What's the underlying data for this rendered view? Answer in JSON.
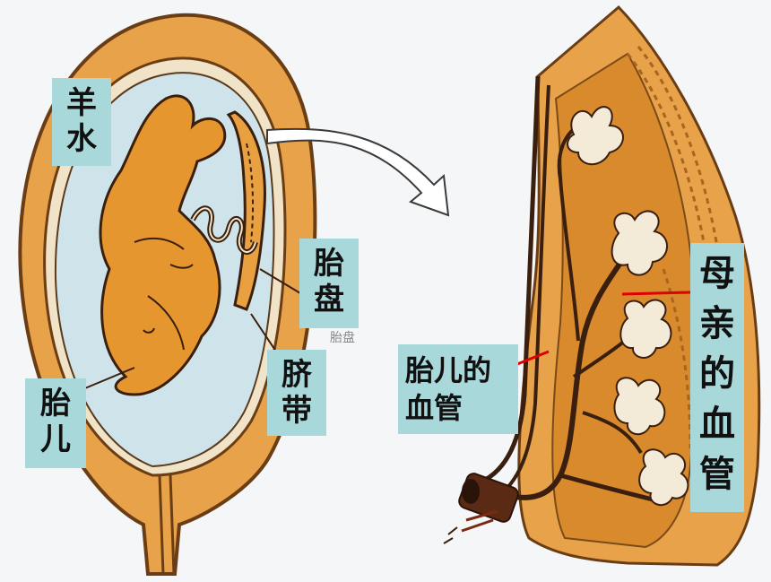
{
  "labels": {
    "amniotic_fluid": [
      "羊",
      "水"
    ],
    "placenta": [
      "胎",
      "盘"
    ],
    "umbilical_cord": [
      "脐",
      "带"
    ],
    "fetus": [
      "胎",
      "儿"
    ],
    "fetal_vessels": [
      "胎儿的",
      "血管"
    ],
    "maternal_vessels": [
      "母",
      "亲",
      "的",
      "血",
      "管"
    ]
  },
  "faint_label": "胎盘",
  "colors": {
    "background": "#f4f6f8",
    "uterus_wall": "#e7a24a",
    "uterus_outline": "#6b3d14",
    "amniotic_fluid": "#cfe4ea",
    "fetus": "#e6962f",
    "label_box": "#a9d8da",
    "pointer_line": "#e00000",
    "vessel": "#3a1f0e"
  }
}
